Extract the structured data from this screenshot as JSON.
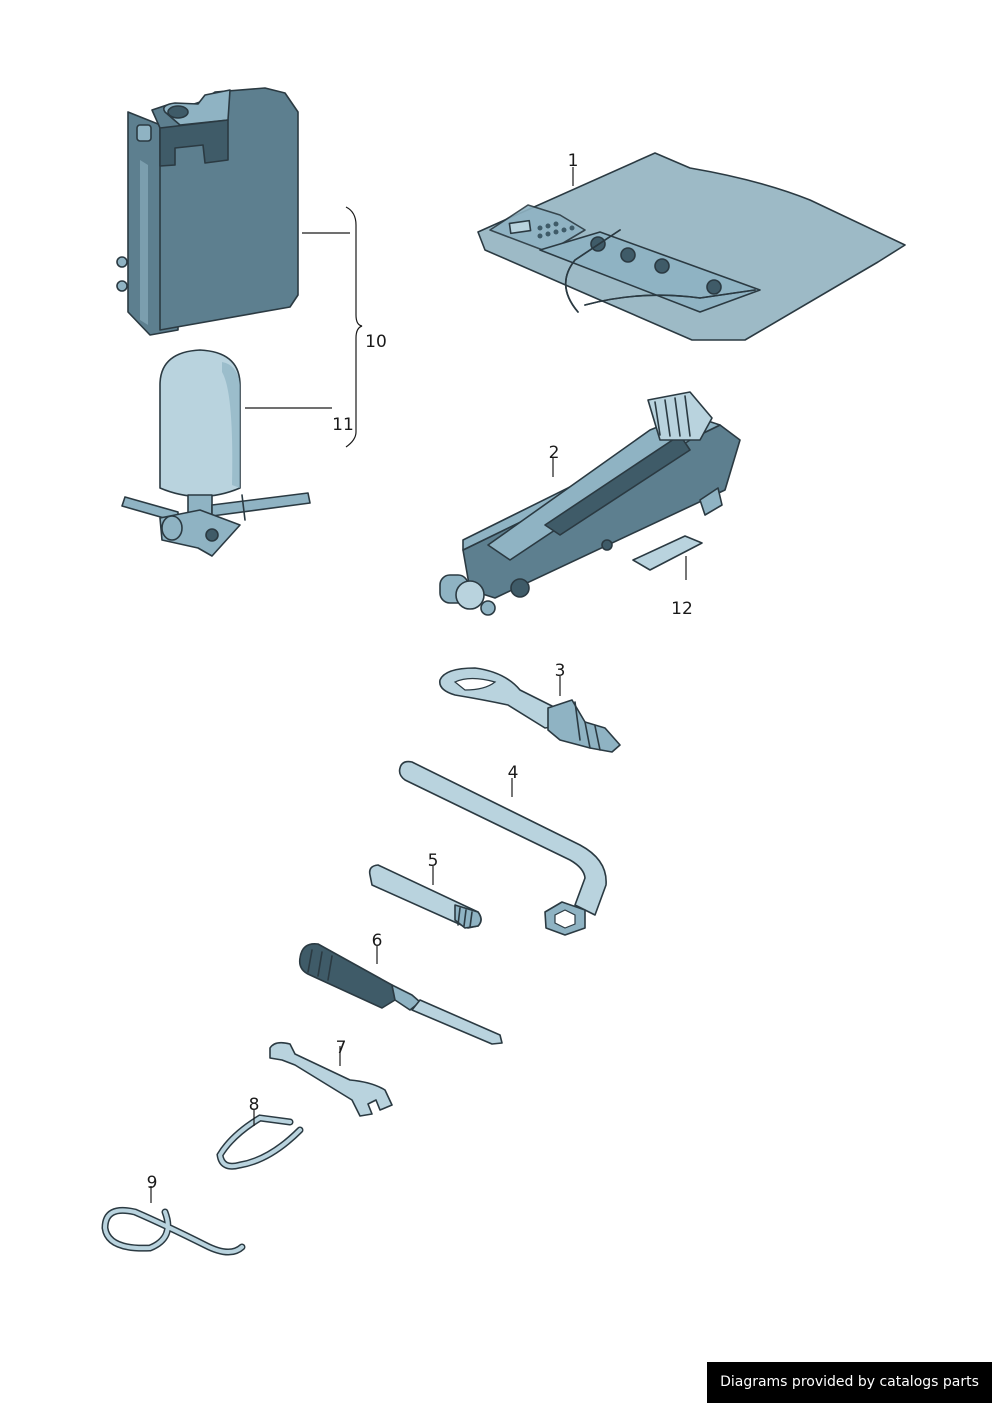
{
  "callouts": [
    "1",
    "2",
    "3",
    "4",
    "5",
    "6",
    "7",
    "8",
    "9",
    "10",
    "11",
    "12"
  ],
  "parts": [
    {
      "callout": "1",
      "icon": "tool-roll-icon"
    },
    {
      "callout": "2",
      "icon": "scissor-jack-icon"
    },
    {
      "callout": "3",
      "icon": "towing-eye-icon"
    },
    {
      "callout": "4",
      "icon": "wheel-brace-icon"
    },
    {
      "callout": "5",
      "icon": "bolt-removal-tool-icon"
    },
    {
      "callout": "6",
      "icon": "screwdriver-icon"
    },
    {
      "callout": "7",
      "icon": "open-end-wrench-icon"
    },
    {
      "callout": "8",
      "icon": "wheel-trim-hook-icon"
    },
    {
      "callout": "9",
      "icon": "wire-hook-icon"
    },
    {
      "callout": "10",
      "icon": "tyre-repair-kit-icon"
    },
    {
      "callout": "11",
      "icon": "compressor-icon"
    },
    {
      "callout": "12",
      "icon": "label-sticker-icon"
    }
  ],
  "credit": "Diagrams provided by catalogs parts"
}
